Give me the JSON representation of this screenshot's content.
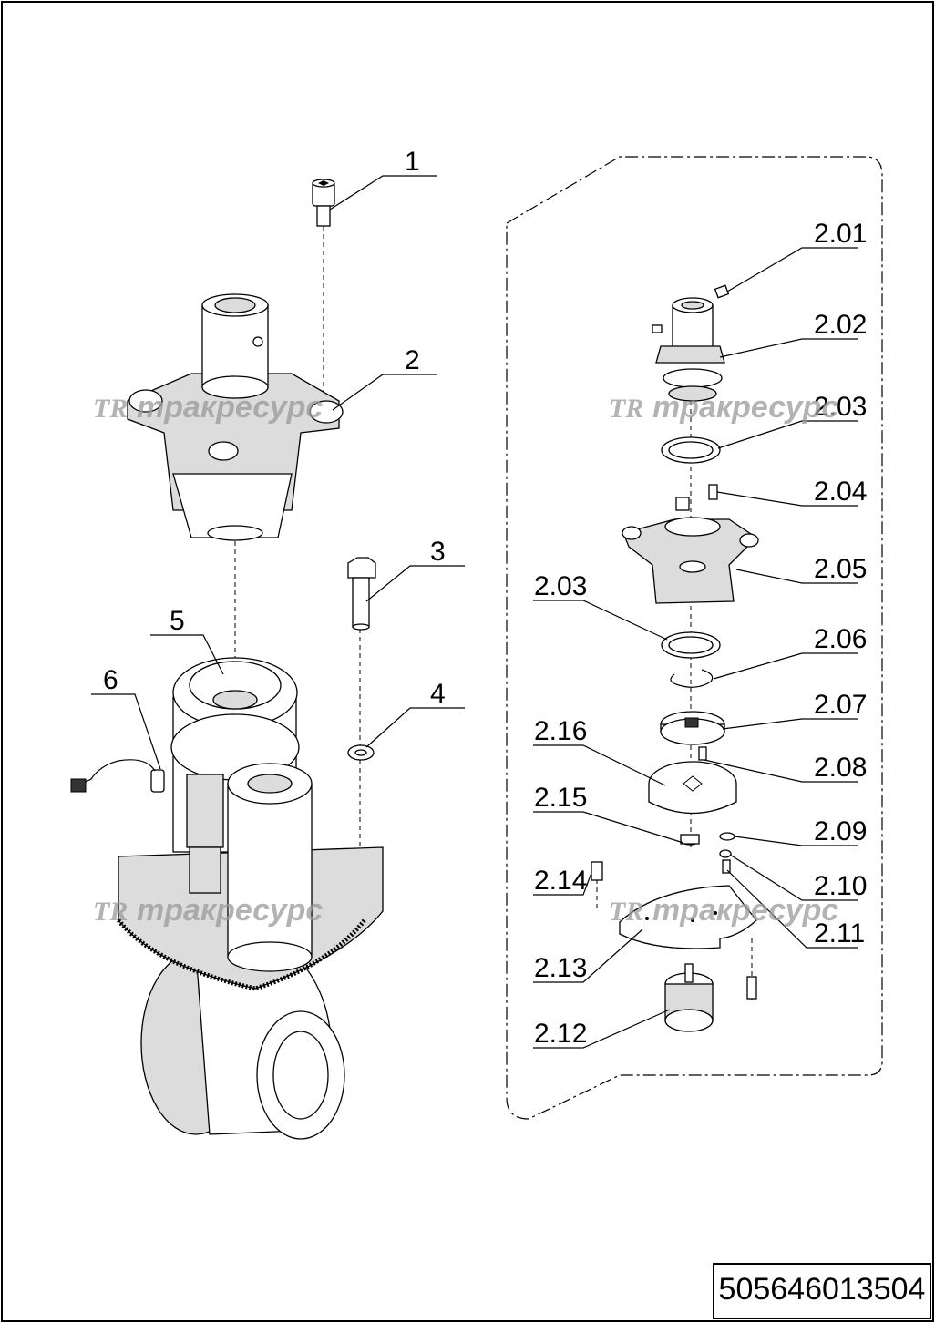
{
  "document_number": "505646013504",
  "watermark_text": "тракресурс",
  "watermark_logo": "TR",
  "callouts": {
    "c1": "1",
    "c2": "2",
    "c3": "3",
    "c4": "4",
    "c5": "5",
    "c6": "6",
    "c201": "2.01",
    "c202": "2.02",
    "c203a": "2.03",
    "c203b": "2.03",
    "c204": "2.04",
    "c205": "2.05",
    "c206": "2.06",
    "c207": "2.07",
    "c208": "2.08",
    "c209": "2.09",
    "c210": "2.10",
    "c211": "2.11",
    "c212": "2.12",
    "c213": "2.13",
    "c214": "2.14",
    "c215": "2.15",
    "c216": "2.16"
  }
}
